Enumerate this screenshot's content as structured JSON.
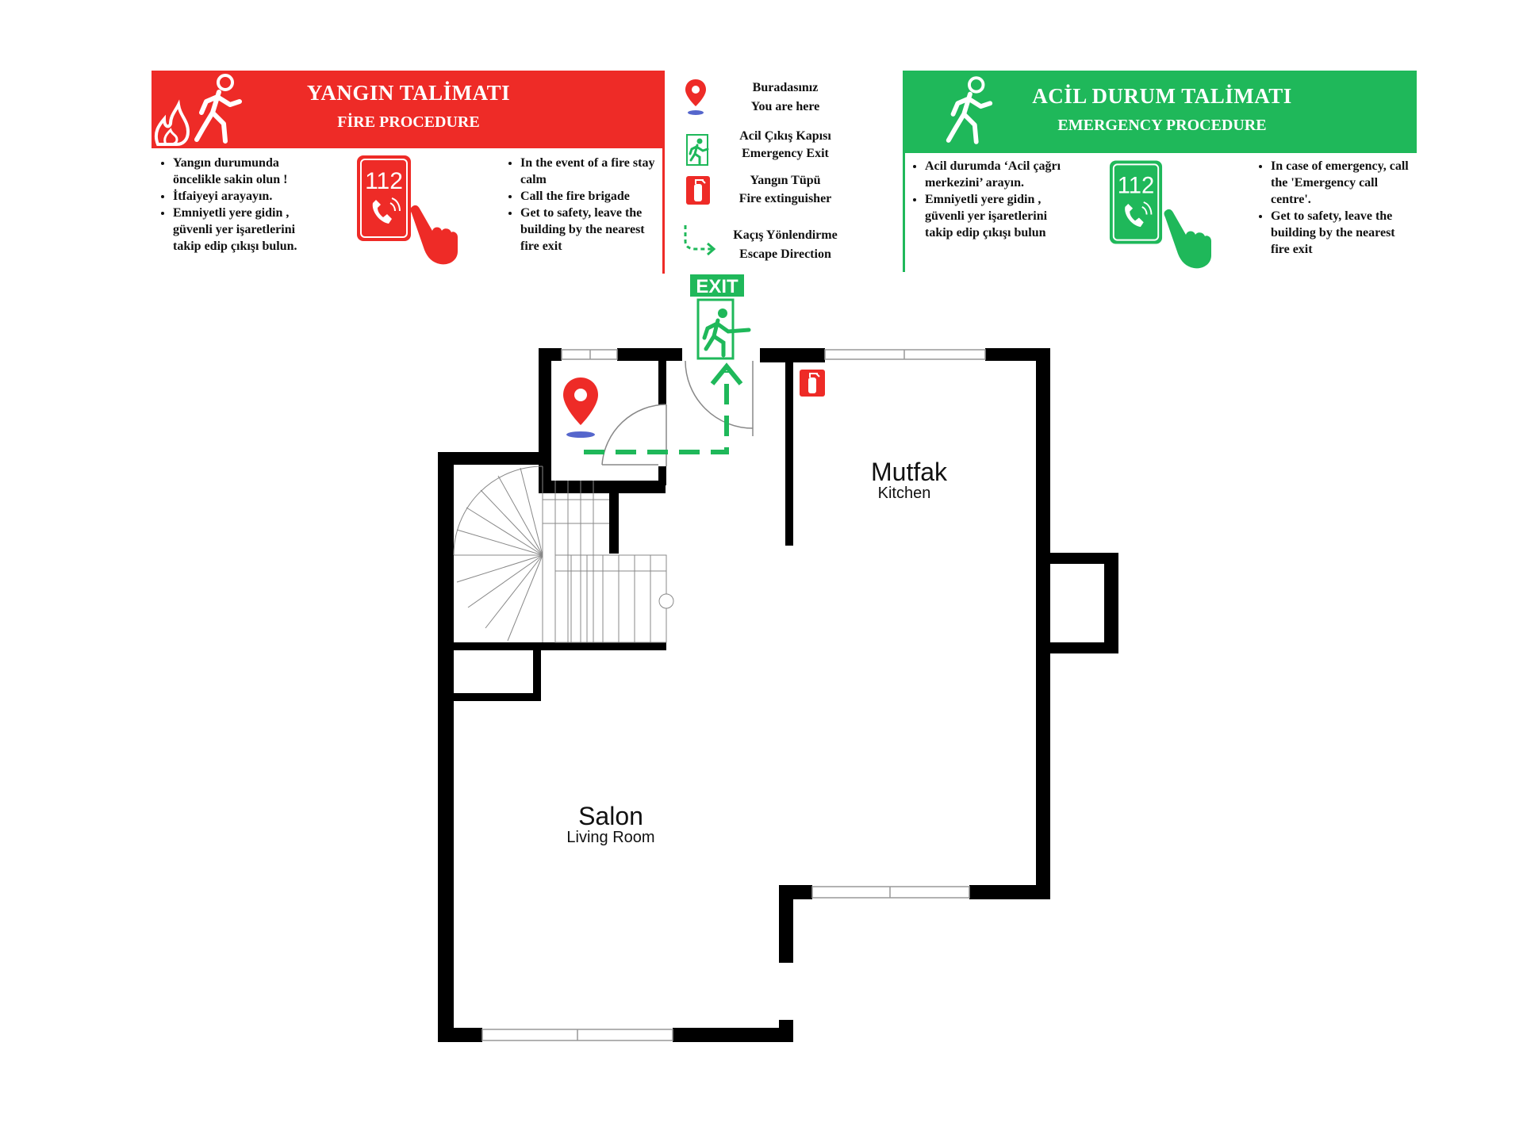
{
  "fire": {
    "title": "YANGIN TALİMATI",
    "subtitle": "FİRE PROCEDURE",
    "tr_items": [
      "Yangın durumunda öncelikle sakin olun !",
      "İtfaiyeyi arayayın.",
      "Emniyetli yere gidin , güvenli yer işaretlerini takip edip çıkışı bulun."
    ],
    "en_items": [
      "In the event of a fire stay calm",
      "Call the fire brigade",
      "Get to safety, leave the building by the nearest fire exit"
    ],
    "phone": "112",
    "color": "#ee2b27"
  },
  "emergency": {
    "title": "ACİL DURUM TALİMATI",
    "subtitle": "EMERGENCY PROCEDURE",
    "tr_items": [
      "Acil durumda ‘Acil çağrı merkezini’ arayın.",
      "Emniyetli yere gidin , güvenli yer işaretlerini takip edip çıkışı bulun"
    ],
    "en_items": [
      "In case of emergency, call the 'Emergency call centre'.",
      "Get to safety, leave the building by the nearest fire exit"
    ],
    "phone": "112",
    "color": "#1fb85a"
  },
  "legend": {
    "you_are_here_tr": "Buradasınız",
    "you_are_here_en": "You are here",
    "exit_door_tr": "Acil Çıkış Kapısı",
    "exit_door_en": "Emergency Exit",
    "extinguisher_tr": "Yangın Tüpü",
    "extinguisher_en": "Fire extinguisher",
    "escape_tr": "Kaçış Yönlendirme",
    "escape_en": "Escape Direction"
  },
  "plan": {
    "exit_sign": "EXIT",
    "kitchen_tr": "Mutfak",
    "kitchen_en": "Kitchen",
    "living_tr": "Salon",
    "living_en": "Living Room"
  },
  "icons": [
    "running-person-icon",
    "fire-flame-icon",
    "phone-112-icon",
    "pointing-hand-icon",
    "location-pin-icon",
    "emergency-exit-icon",
    "fire-extinguisher-icon",
    "escape-arrow-icon"
  ]
}
